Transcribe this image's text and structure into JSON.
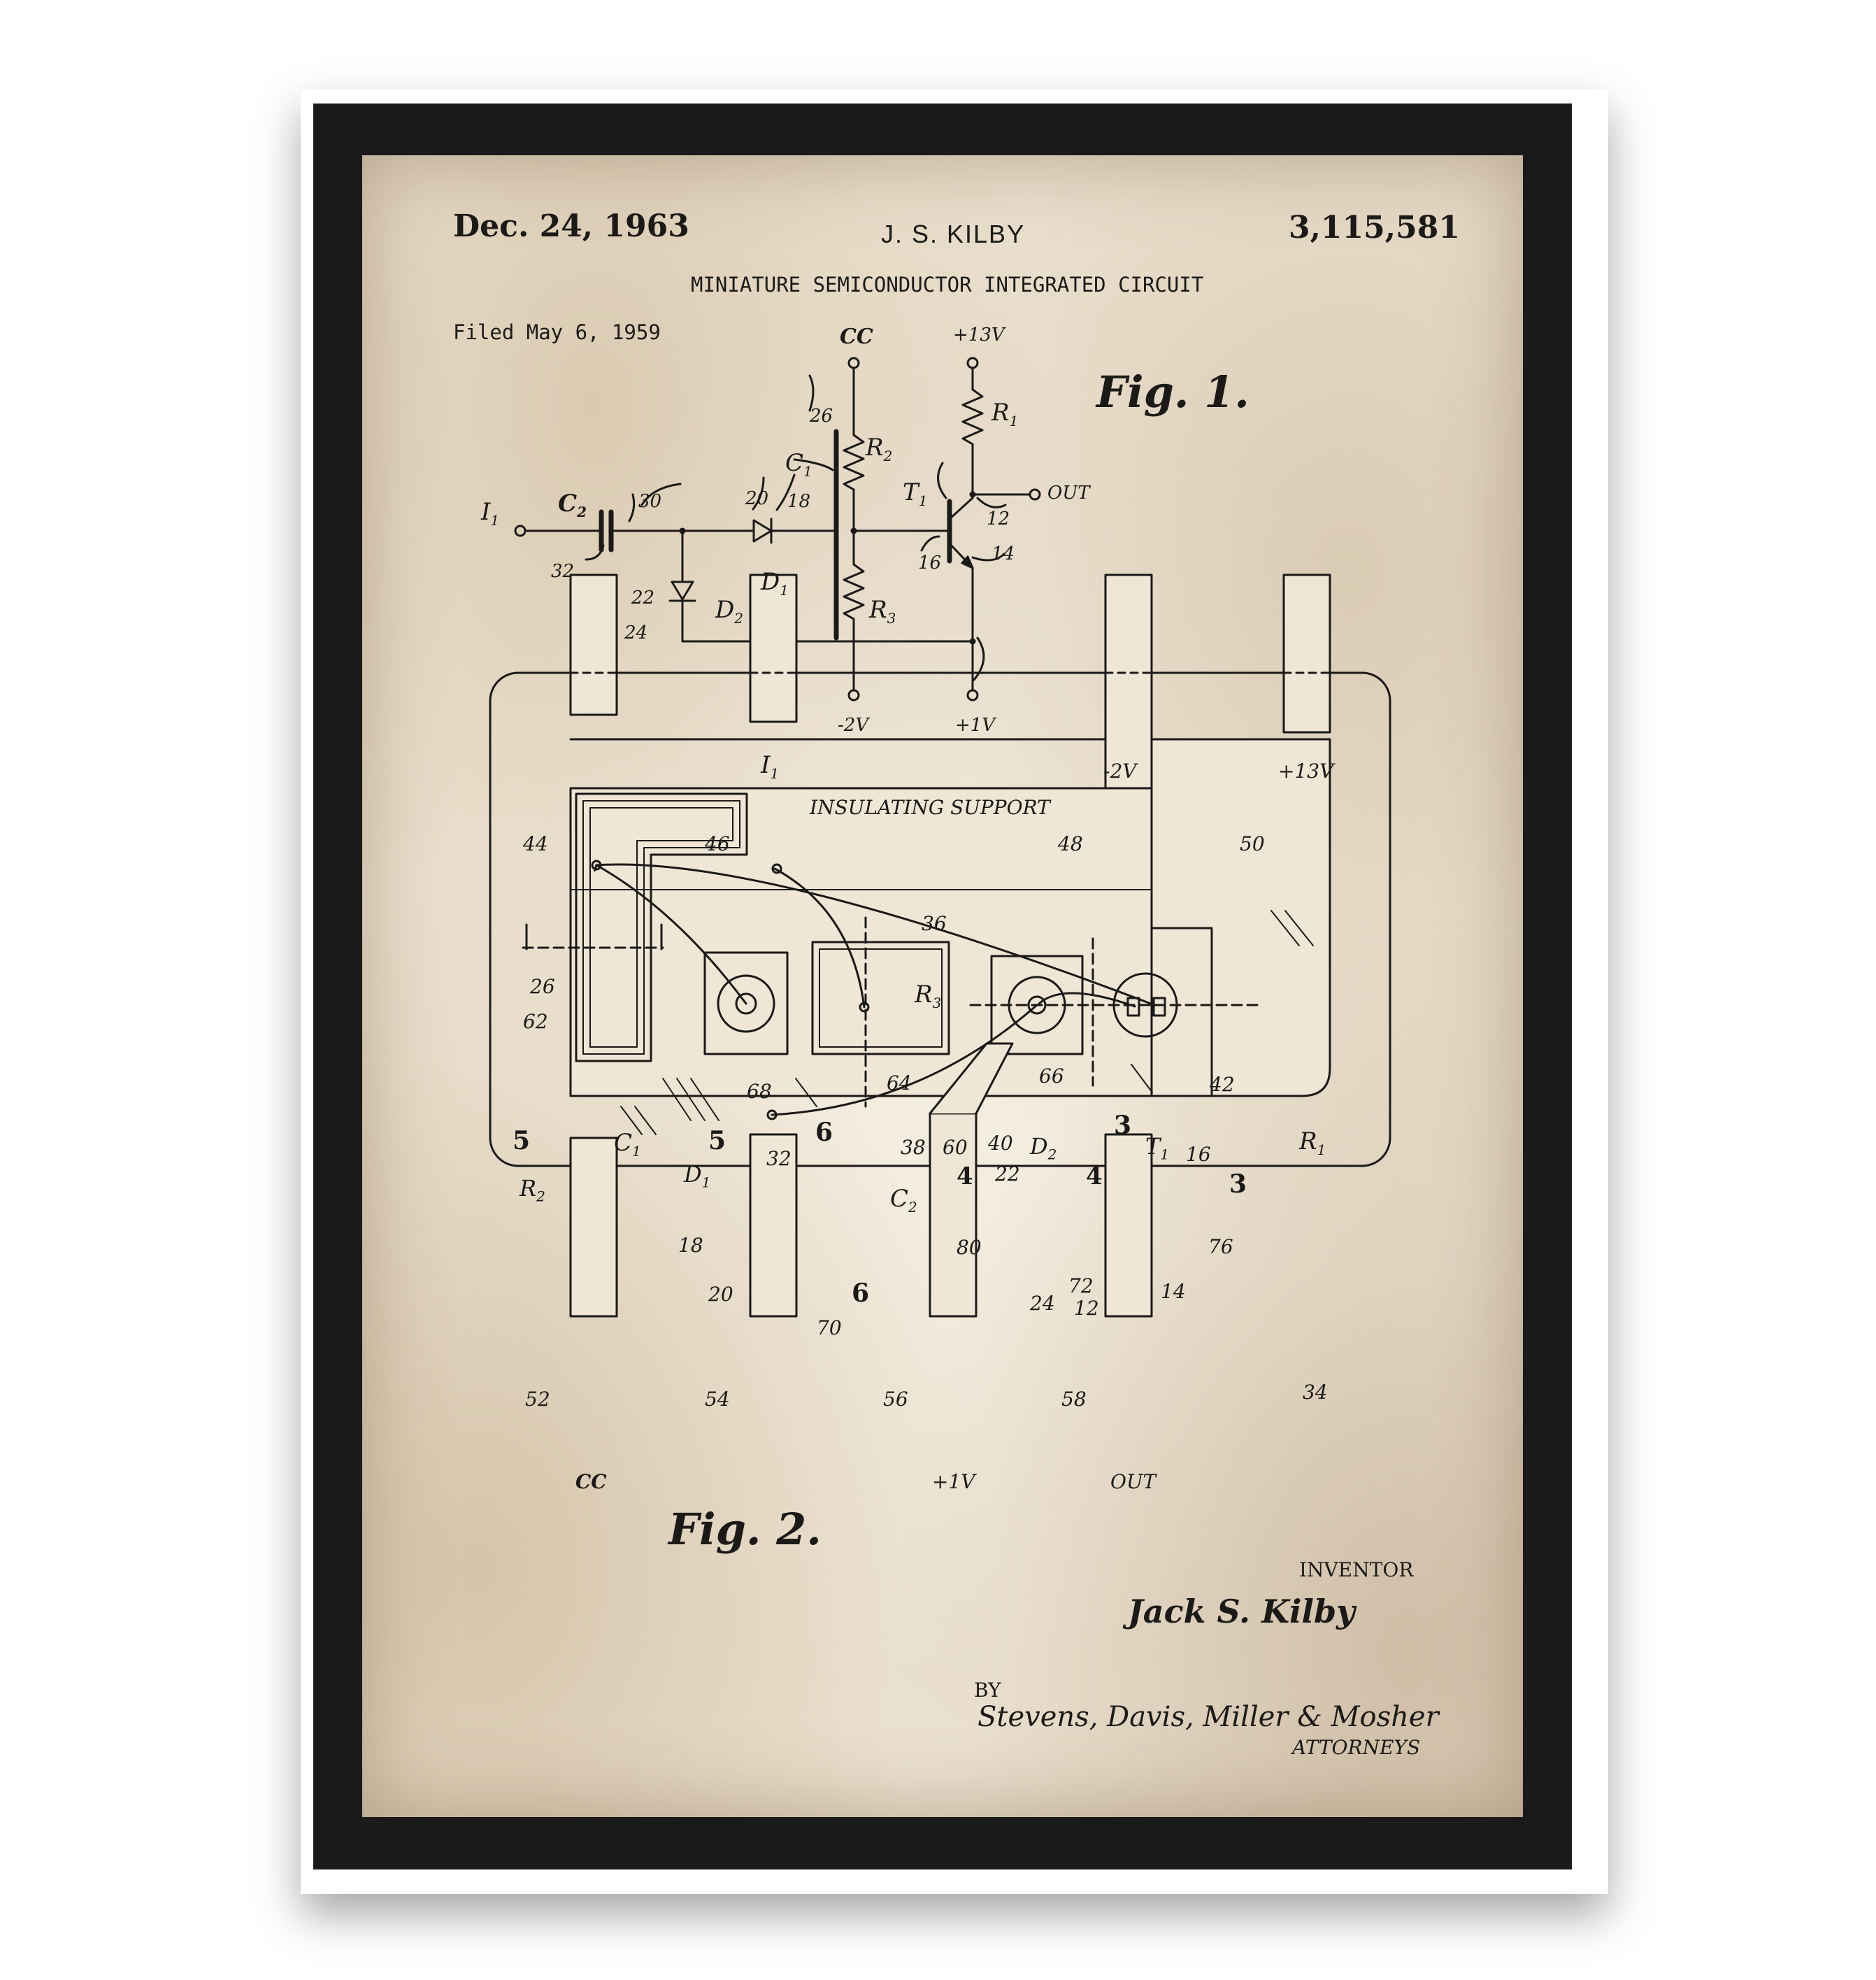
{
  "header": {
    "date": "Dec. 24, 1963",
    "inventor_short": "J. S. KILBY",
    "patent_number": "3,115,581",
    "title": "MINIATURE SEMICONDUCTOR INTEGRATED CIRCUIT",
    "filed": "Filed May 6, 1959"
  },
  "fig1": {
    "caption": "Fig. 1.",
    "labels": {
      "cc": "CC",
      "v13": "+13V",
      "r1": "R",
      "r1_sub": "1",
      "out": "OUT",
      "r2": "R",
      "r2_sub": "2",
      "c1": "C",
      "c1_sub": "1",
      "n26": "26",
      "t1": "T",
      "t1_sub": "1",
      "n12": "12",
      "n14": "14",
      "n16": "16",
      "i1": "I",
      "i1_sub": "1",
      "c2": "C",
      "c2_sub": "2",
      "n30": "30",
      "n32": "32",
      "n20": "20",
      "n18": "18",
      "d1": "D",
      "d1_sub": "1",
      "n22": "22",
      "n24": "24",
      "d2": "D",
      "d2_sub": "2",
      "r3": "R",
      "r3_sub": "3",
      "vm2": "-2V",
      "v1": "+1V"
    }
  },
  "fig2": {
    "caption": "Fig. 2.",
    "labels": {
      "i1": "I",
      "i1_sub": "1",
      "vm2": "-2V",
      "v13": "+13V",
      "insulating": "INSULATING SUPPORT",
      "n44": "44",
      "n46": "46",
      "n48": "48",
      "n50": "50",
      "n36": "36",
      "r3": "R",
      "r3_sub": "3",
      "n26": "26",
      "n62": "62",
      "n68": "68",
      "n64": "64",
      "n66": "66",
      "n42": "42",
      "r1": "R",
      "r1_sub": "1",
      "n5a": "5",
      "n5b": "5",
      "c1": "C",
      "c1_sub": "1",
      "r2": "R",
      "r2_sub": "2",
      "n6a": "6",
      "n32": "32",
      "n38": "38",
      "n60": "60",
      "n40": "40",
      "d2": "D",
      "d2_sub": "2",
      "n3a": "3",
      "t1": "T",
      "t1_sub": "1",
      "n16": "16",
      "n3b": "3",
      "d1": "D",
      "d1_sub": "1",
      "n4a": "4",
      "n22": "22",
      "n4b": "4",
      "c2": "C",
      "c2_sub": "2",
      "n18": "18",
      "n80": "80",
      "n76": "76",
      "n20": "20",
      "n6b": "6",
      "n72": "72",
      "n14": "14",
      "n24": "24",
      "n12": "12",
      "n70": "70",
      "n52": "52",
      "n54": "54",
      "n56": "56",
      "n58": "58",
      "n34": "34",
      "cc": "CC",
      "v1": "+1V",
      "out": "OUT"
    }
  },
  "footer": {
    "inventor_label": "INVENTOR",
    "inventor_name": "Jack S. Kilby",
    "by": "BY",
    "attorneys_sig": "Stevens, Davis, Miller & Mosher",
    "attorneys_label": "ATTORNEYS"
  }
}
